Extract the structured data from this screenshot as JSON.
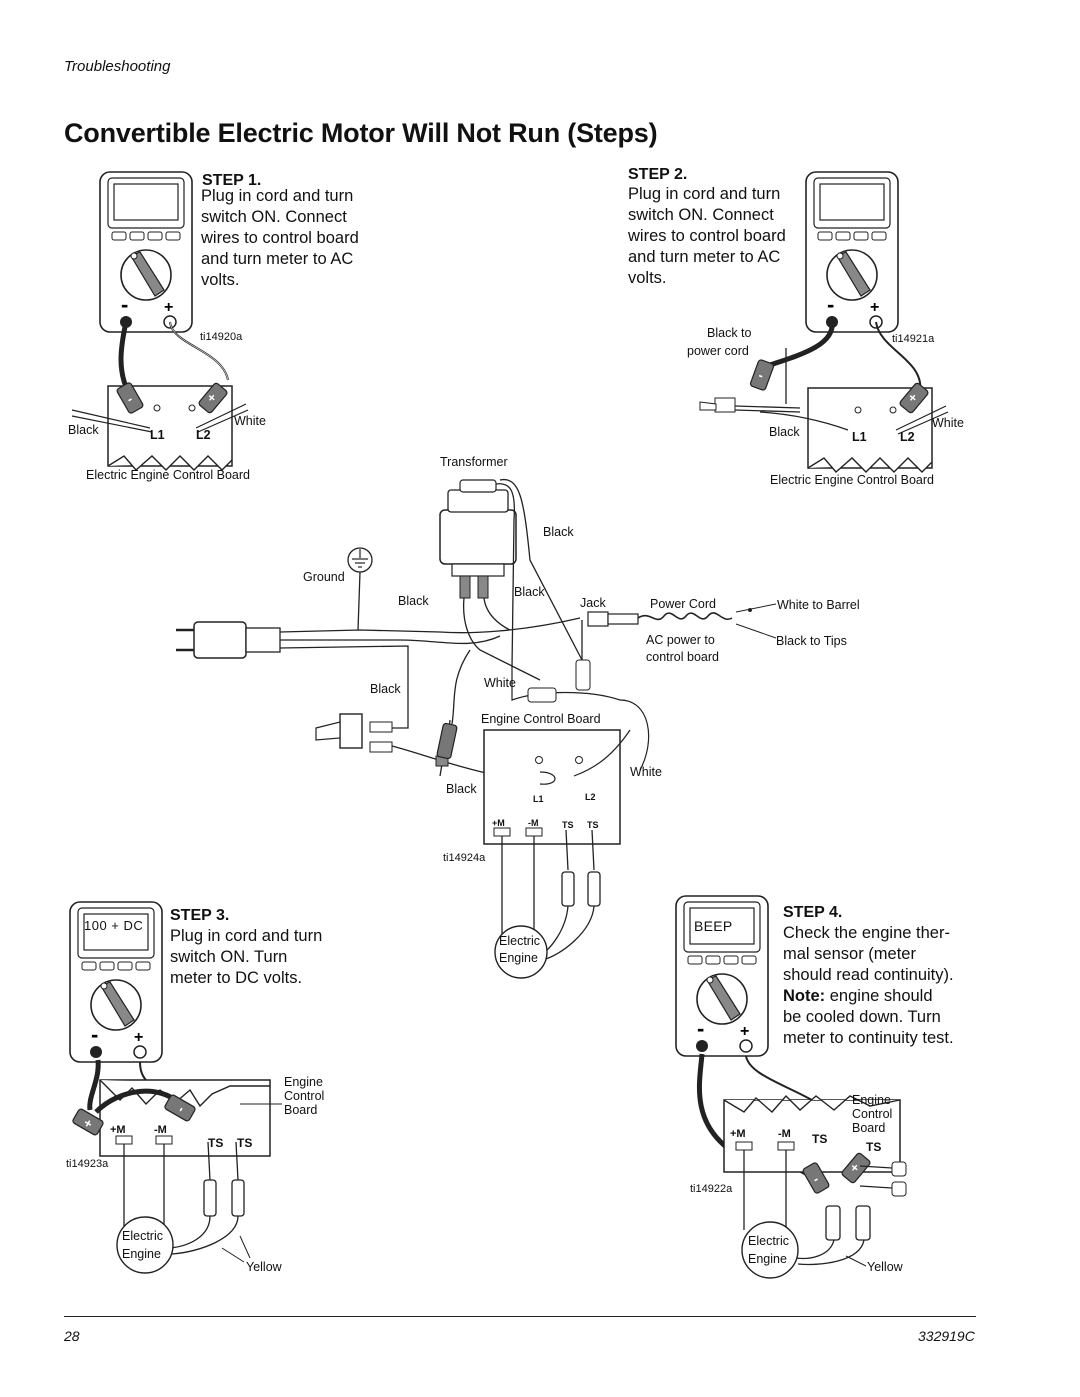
{
  "header": {
    "section": "Troubleshooting",
    "title": "Convertible Electric Motor Will Not Run (Steps)"
  },
  "step1": {
    "heading": "STEP 1.",
    "lines": [
      "Plug in cord and turn",
      "switch ON. Connect",
      "wires to control board",
      "and turn meter to AC",
      "volts."
    ],
    "ref": "ti14920a",
    "labels": {
      "black": "Black",
      "white": "White",
      "l1": "L1",
      "l2": "L2",
      "board": "Electric Engine Control Board"
    }
  },
  "step2": {
    "heading": "STEP 2.",
    "lines": [
      "Plug in cord and turn",
      "switch ON. Connect",
      "wires to control board",
      "and turn meter to AC",
      "volts."
    ],
    "ref": "ti14921a",
    "labels": {
      "black_to": "Black to",
      "power_cord": "power cord",
      "black": "Black",
      "white": "White",
      "l1": "L1",
      "l2": "L2",
      "board": "Electric Engine Control Board"
    }
  },
  "center": {
    "transformer": "Transformer",
    "black_1": "Black",
    "ground": "Ground",
    "black_2": "Black",
    "black_3": "Black",
    "jack": "Jack",
    "power_cord": "Power Cord",
    "white_to_barrel": "White to Barrel",
    "ac_power_line1": "AC power to",
    "ac_power_line2": "control board",
    "black_to_tips": "Black to Tips",
    "black_4": "Black",
    "white_1": "White",
    "engine_control_board": "Engine Control Board",
    "white_2": "White",
    "black_5": "Black",
    "l1": "L1",
    "l2": "L2",
    "pm": "+M",
    "mm": "-M",
    "ts1": "TS",
    "ts2": "TS",
    "ref": "ti14924a",
    "electric": "Electric",
    "engine": "Engine"
  },
  "step3": {
    "heading": "STEP 3.",
    "lines": [
      "Plug in cord and turn",
      "switch ON. Turn",
      "meter to DC volts."
    ],
    "display": "100 + DC",
    "ref": "ti14923a",
    "labels": {
      "engine": "Engine",
      "control": "Control",
      "board": "Board",
      "pm": "+M",
      "mm": "-M",
      "ts1": "TS",
      "ts2": "TS",
      "electric": "Electric",
      "engine2": "Engine",
      "yellow": "Yellow"
    }
  },
  "step4": {
    "heading": "STEP 4.",
    "lines": [
      "Check the engine ther-",
      "mal sensor (meter",
      "should read continuity)."
    ],
    "note_label": "Note:",
    "note_lines": [
      " engine should",
      "be cooled down. Turn",
      "meter to continuity test."
    ],
    "display": "BEEP",
    "ref": "ti14922a",
    "labels": {
      "engine": "Engine",
      "control": "Control",
      "board": "Board",
      "pm": "+M",
      "mm": "-M",
      "ts1": "TS",
      "ts2": "TS",
      "electric": "Electric",
      "engine2": "Engine",
      "yellow": "Yellow"
    }
  },
  "footer": {
    "page": "28",
    "doc": "332919C"
  }
}
